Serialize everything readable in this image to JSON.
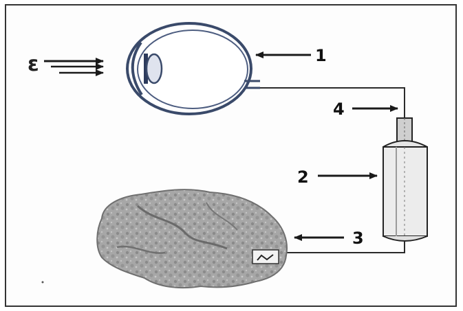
{
  "labels": {
    "l1": "1",
    "l2": "2",
    "l3": "3",
    "l4": "4",
    "stimulus": "ε"
  },
  "colors": {
    "frame": "#333333",
    "ink": "#1a1a1a",
    "brain": "#a9a9a9",
    "brain_dark": "#6f6f6f",
    "eye_outline": "#3a4a6a"
  }
}
